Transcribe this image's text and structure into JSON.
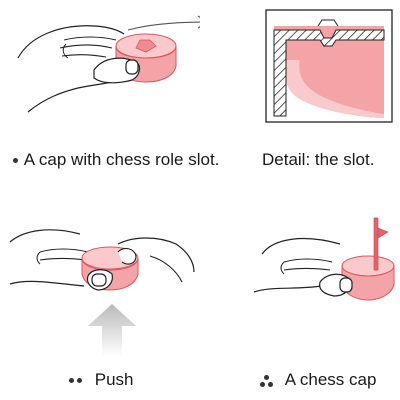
{
  "captions": {
    "step1": "A cap with chess role slot.",
    "detail": "Detail: the slot.",
    "step2": "Push",
    "step3": "A chess cap"
  },
  "colors": {
    "cap_fill": "#f4a3a6",
    "cap_light": "#f9c9cb",
    "cap_stroke": "#d9585f",
    "ink": "#222222",
    "arrow_gray": "#b9b9b9"
  },
  "icons": {
    "step1_marker": "one-dot",
    "step2_marker": "two-dots",
    "step3_marker": "three-dots"
  }
}
